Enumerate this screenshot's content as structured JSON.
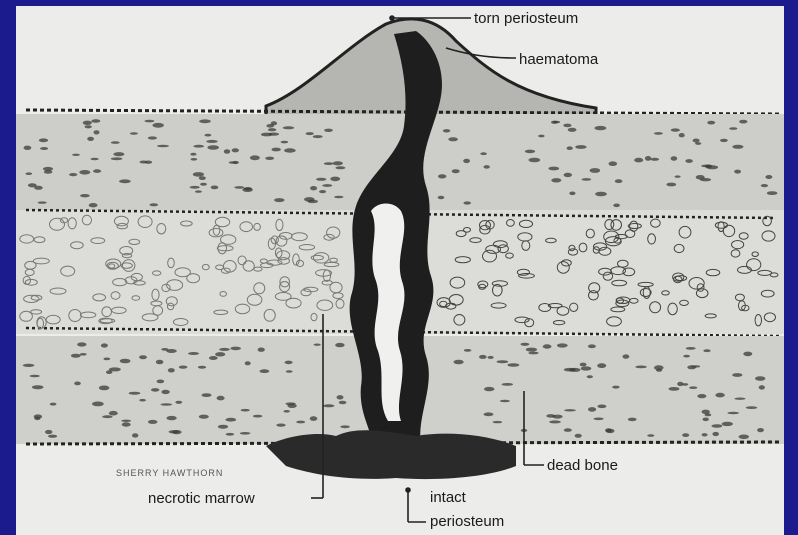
{
  "figure": {
    "labels": {
      "torn_periosteum": "torn periosteum",
      "haematoma": "haematoma",
      "dead_bone": "dead bone",
      "necrotic_marrow": "necrotic marrow",
      "intact_periosteum_line1": "intact",
      "intact_periosteum_line2": "periosteum"
    },
    "colors": {
      "background": "#1b1b8e",
      "plate": "#ececea",
      "ink": "#1a1a1a",
      "cortex_fill": "#c9c9c6",
      "marrow_fill": "#dcdcd8"
    }
  }
}
